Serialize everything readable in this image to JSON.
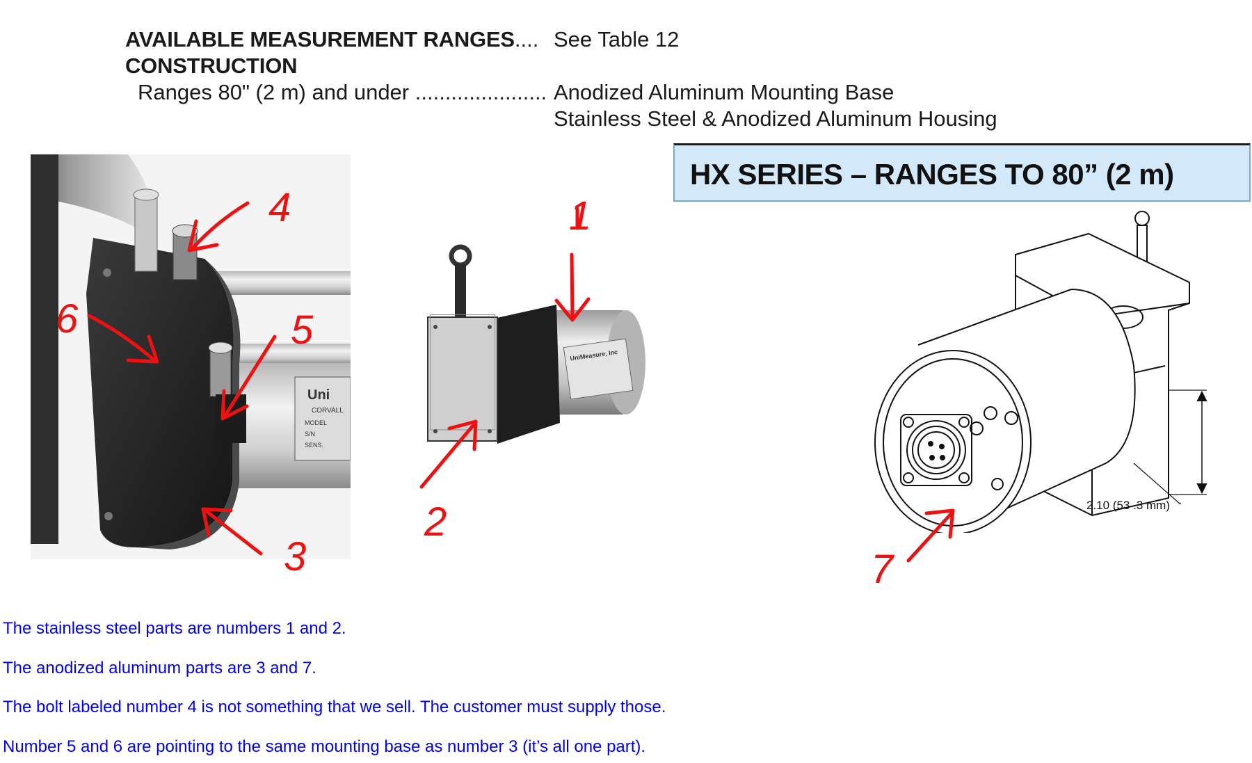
{
  "spec": {
    "ranges_label": "AVAILABLE MEASUREMENT RANGES",
    "ranges_dots": "....",
    "ranges_value": "See Table 12",
    "construction_label": "CONSTRUCTION",
    "sub_label": "Ranges 80\" (2 m) and under",
    "sub_dots": "......................",
    "sub_value_1": "Anodized Aluminum Mounting Base",
    "sub_value_2": "Stainless Steel & Anodized Aluminum Housing"
  },
  "series_title": "HX SERIES – RANGES TO 80” (2 m)",
  "photos": {
    "plate_brand": "Uni",
    "plate_city": "CORVALL",
    "plate_model": "MODEL",
    "plate_sn": "S/N",
    "plate_sens": "SENS.",
    "plate2_brand": "UniMeasure, Inc",
    "dimension_label": "2.10 (53 .3 mm)"
  },
  "callouts": [
    "1",
    "2",
    "3",
    "4",
    "5",
    "6",
    "7"
  ],
  "notes": [
    "The stainless steel parts are numbers 1 and 2.",
    "The anodized aluminum parts are 3 and 7.",
    "The bolt labeled number 4 is not something that we sell.  The customer must supply those.",
    "Number 5 and 6 are pointing to the same mounting base as number 3 (it’s all one part)."
  ],
  "colors": {
    "note_text": "#0000ee",
    "annotation": "#ee1111",
    "banner_bg": "#d3e8f8"
  }
}
